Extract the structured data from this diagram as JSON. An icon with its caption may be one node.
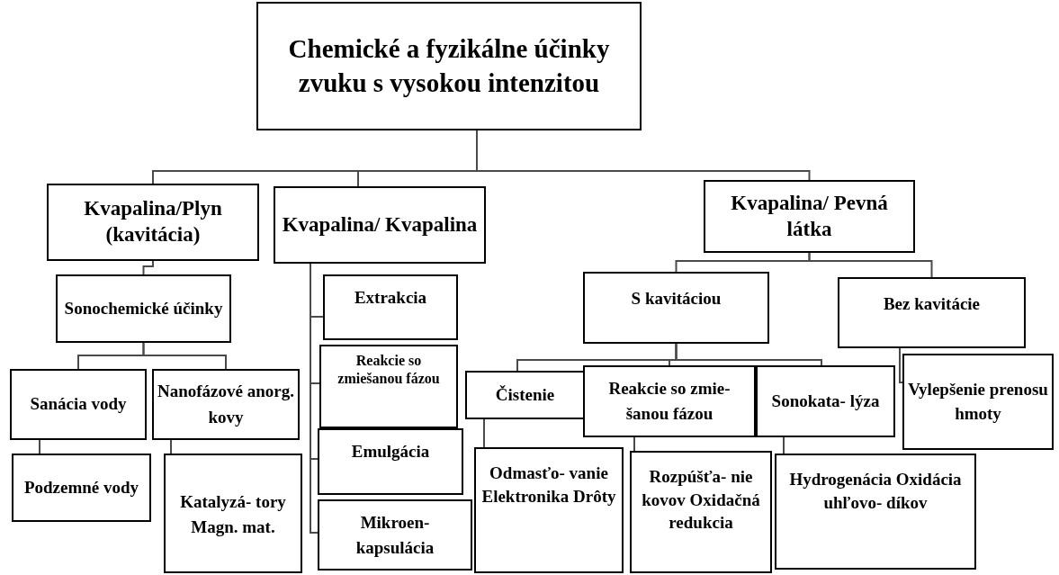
{
  "diagram": {
    "nodes": [
      {
        "text": [
          "Chemické a fyzikálne účinky zvuku s vysokou intenzitou"
        ]
      },
      {
        "text": [
          "Kvapalina/Plyn (kavitácia)"
        ]
      },
      {
        "text": [
          "Kvapalina/ Kvapalina"
        ]
      },
      {
        "text": [
          "Kvapalina/ Pevná látka"
        ]
      },
      {
        "text": [
          "Sonochemické účinky"
        ]
      },
      {
        "text": [
          "Extrakcia"
        ]
      },
      {
        "text": [
          "Reakcie so zmiešanou fázou"
        ]
      },
      {
        "text": [
          "Emulgácia"
        ]
      },
      {
        "text": [
          "Mikroen- kapsulácia"
        ]
      },
      {
        "text": [
          "S kavitáciou"
        ]
      },
      {
        "text": [
          "Bez kavitácie"
        ]
      },
      {
        "text": [
          "Sanácia vody"
        ]
      },
      {
        "text": [
          "Nanofázové anorg. kovy"
        ]
      },
      {
        "text": [
          "Čistenie"
        ]
      },
      {
        "text": [
          "Reakcie so zmie- šanou fázou"
        ]
      },
      {
        "text": [
          "Sonokata- lýza"
        ]
      },
      {
        "text": [
          "Vylepšenie prenosu hmoty"
        ]
      },
      {
        "text": [
          "Podzemné vody"
        ]
      },
      {
        "text": [
          "Katalyzá- tory Magn. mat."
        ]
      },
      {
        "text": [
          "Odmasťo- vanie Elektronika Drôty"
        ]
      },
      {
        "text": [
          "Rozpúšťa- nie kovov Oxidačná redukcia"
        ]
      },
      {
        "text": [
          "Hydrogenácia Oxidácia uhľovo- díkov"
        ]
      }
    ],
    "edges": [
      {
        "from": 0,
        "to": 1,
        "arrow": "none"
      },
      {
        "from": 0,
        "to": 2,
        "arrow": "none"
      },
      {
        "from": 0,
        "to": 3,
        "arrow": "none"
      },
      {
        "from": 1,
        "to": 4,
        "arrow": "none"
      },
      {
        "from": 2,
        "to": 5,
        "arrow": "none"
      },
      {
        "from": 2,
        "to": 6,
        "arrow": "none"
      },
      {
        "from": 2,
        "to": 7,
        "arrow": "none"
      },
      {
        "from": 2,
        "to": 8,
        "arrow": "none"
      },
      {
        "from": 3,
        "to": 9,
        "arrow": "none"
      },
      {
        "from": 3,
        "to": 10,
        "arrow": "none"
      },
      {
        "from": 4,
        "to": 11,
        "arrow": "none"
      },
      {
        "from": 4,
        "to": 12,
        "arrow": "none"
      },
      {
        "from": 9,
        "to": 13,
        "arrow": "none"
      },
      {
        "from": 9,
        "to": 14,
        "arrow": "none"
      },
      {
        "from": 9,
        "to": 15,
        "arrow": "none"
      },
      {
        "from": 10,
        "to": 16,
        "arrow": "none"
      },
      {
        "from": 11,
        "to": 17,
        "arrow": "none"
      },
      {
        "from": 12,
        "to": 18,
        "arrow": "none"
      },
      {
        "from": 13,
        "to": 19,
        "arrow": "none"
      },
      {
        "from": 14,
        "to": 20,
        "arrow": "none"
      },
      {
        "from": 15,
        "to": 21,
        "arrow": "none"
      }
    ]
  }
}
